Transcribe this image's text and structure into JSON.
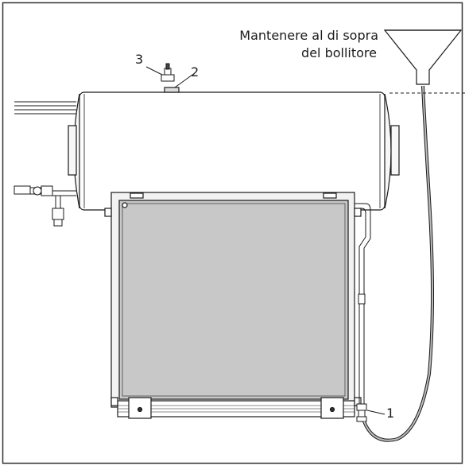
{
  "labels": {
    "instruction_line1": "Mantenere al di sopra",
    "instruction_line2": "del bollitore",
    "callout_1": "1",
    "callout_2": "2",
    "callout_3": "3"
  },
  "colors": {
    "line": "#1a1a1a",
    "panel_glass": "#c8c8c8",
    "panel_frame": "#f2f2f2",
    "frame_border": "#333333"
  }
}
